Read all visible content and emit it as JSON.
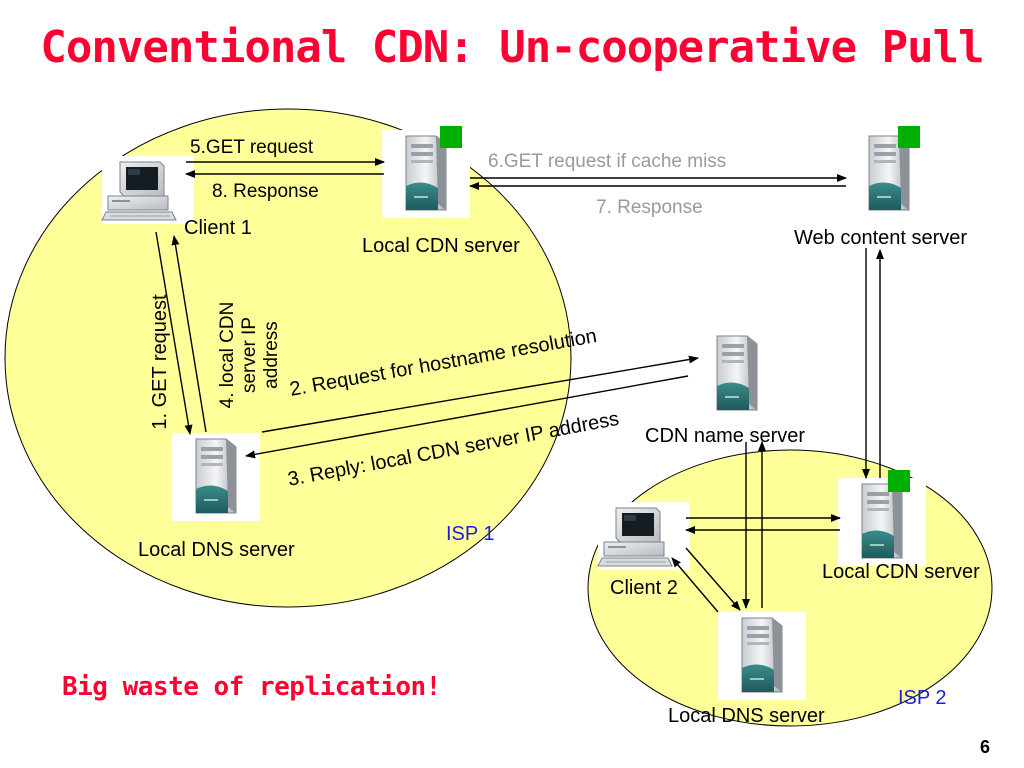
{
  "title": "Conventional CDN: Un-cooperative Pull",
  "nodes": {
    "client1": "Client 1",
    "local_cdn_server_1": "Local CDN server",
    "web_content_server": "Web content server",
    "cdn_name_server": "CDN name server",
    "local_dns_server_1": "Local DNS server",
    "client2": "Client 2",
    "local_cdn_server_2": "Local CDN server",
    "local_dns_server_2": "Local DNS server"
  },
  "isps": {
    "isp1": "ISP 1",
    "isp2": "ISP 2"
  },
  "steps": {
    "s1": "1. GET request",
    "s2": "2. Request for hostname resolution",
    "s3": "3. Reply: local CDN server IP address",
    "s4": [
      "4. local CDN",
      "server IP",
      "address"
    ],
    "s5": "5.GET request",
    "s6": "6.GET request if cache miss",
    "s7": "7. Response",
    "s8": "8. Response"
  },
  "note": "Big waste of replication!",
  "page_number": "6",
  "colors": {
    "title": "#ff0033",
    "isp_fill": "#ffff99",
    "isp_label": "#1f1fd0",
    "cache_marker": "#00b000",
    "faded_text": "#9a9a9a"
  },
  "icons": [
    "desktop-computer-icon",
    "tower-server-icon",
    "green-square-marker"
  ]
}
